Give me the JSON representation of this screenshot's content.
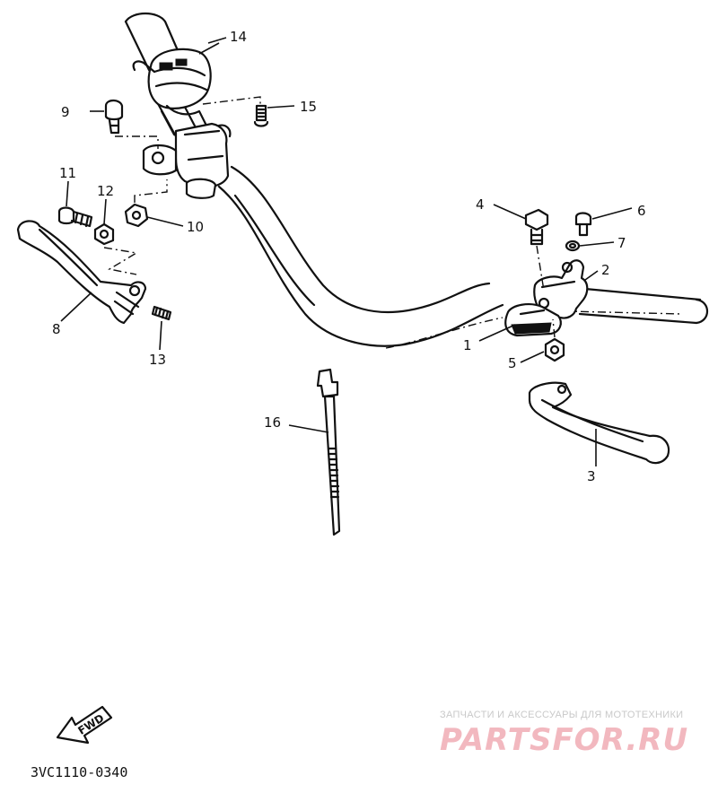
{
  "diagram": {
    "callouts": [
      "1",
      "2",
      "3",
      "4",
      "5",
      "6",
      "7",
      "8",
      "9",
      "10",
      "11",
      "12",
      "13",
      "14",
      "15",
      "16"
    ],
    "diagram_code": "3VC1110-0340",
    "fwd_label": "FWD"
  },
  "watermark": {
    "tagline": "ЗАПЧАСТИ И АКСЕССУАРЫ ДЛЯ МОТОТЕХНИКИ",
    "brand": "PARTSFOR.RU"
  },
  "colors": {
    "line": "#111111",
    "watermark_brand": "#f2b8bf",
    "watermark_tagline": "#c9c9c9"
  }
}
